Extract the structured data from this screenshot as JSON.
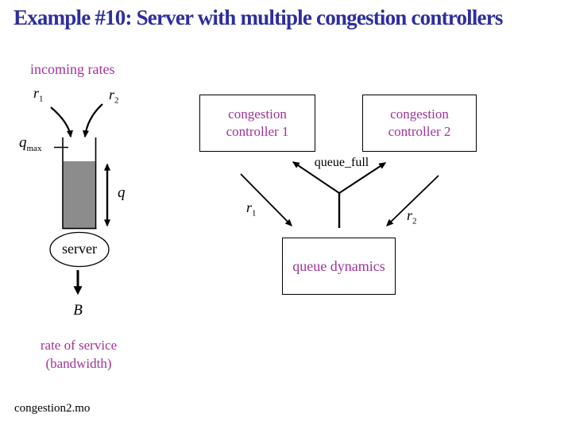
{
  "slide": {
    "title": "Example #10: Server with multiple congestion controllers",
    "footer_filename": "congestion2.mo"
  },
  "colors": {
    "title_blue": "#2E2E9E",
    "label_magenta": "#A03399",
    "queue_fill_gray": "#8C8C8C",
    "line_black": "#000000",
    "background": "#FFFFFF"
  },
  "queue_figure": {
    "caption": "incoming rates",
    "rate1": {
      "base": "r",
      "sub": "1"
    },
    "rate2": {
      "base": "r",
      "sub": "2"
    },
    "qmax": {
      "base": "q",
      "sub": "max"
    },
    "queue_length": "q",
    "server": "server",
    "bandwidth_var": "B",
    "service_caption": {
      "line1": "rate of service",
      "line2": "(bandwidth)"
    }
  },
  "block_diagram": {
    "controller1": {
      "line1": "congestion",
      "line2": "controller 1"
    },
    "controller2": {
      "line1": "congestion",
      "line2": "controller 2"
    },
    "feedback_signal": "queue_full",
    "queue_dynamics": "queue dynamics",
    "rate1": {
      "base": "r",
      "sub": "1"
    },
    "rate2": {
      "base": "r",
      "sub": "2"
    }
  }
}
